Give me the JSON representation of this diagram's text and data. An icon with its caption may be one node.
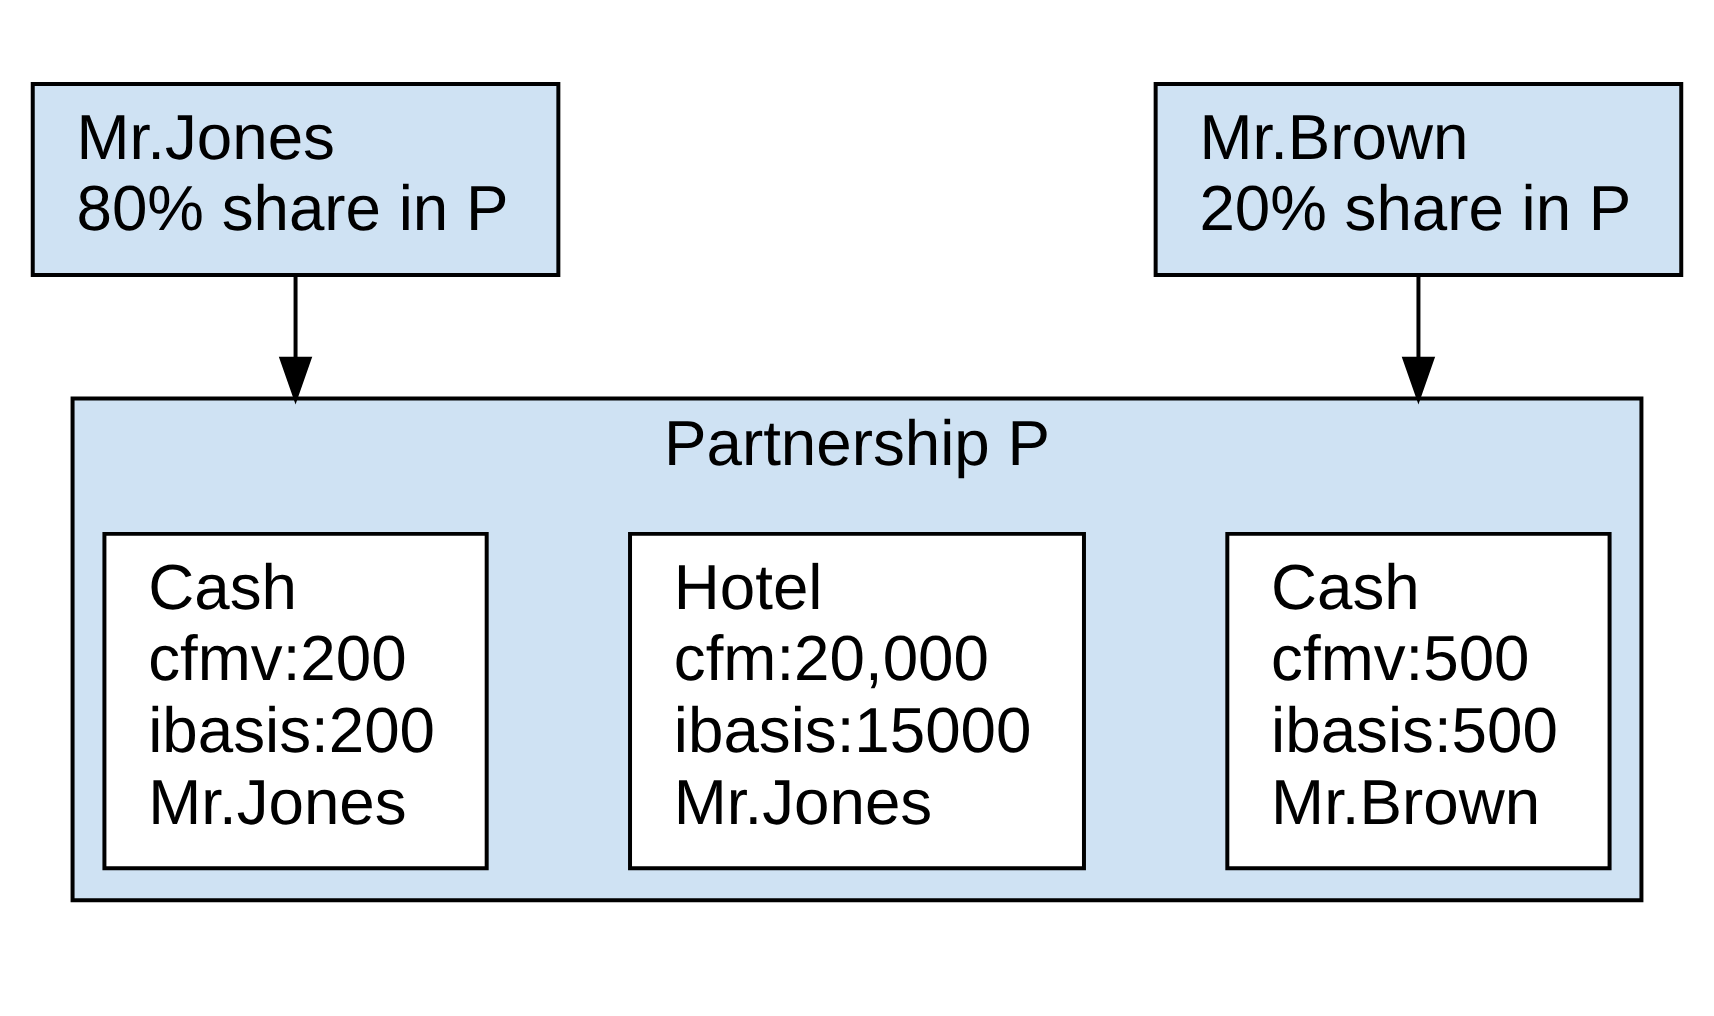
{
  "diagram": {
    "nodes": [
      {
        "text": [
          "Mr.Jones",
          "80% share in P"
        ]
      },
      {
        "text": [
          "Mr.Brown",
          "20% share in P"
        ]
      },
      {
        "text": [
          "Partnership P"
        ]
      },
      {
        "text": [
          "Cash",
          "cfmv:200",
          "ibasis:200",
          "Mr.Jones"
        ],
        "in": 2
      },
      {
        "text": [
          "Hotel",
          "cfm:20,000",
          "ibasis:15000",
          "Mr.Jones"
        ],
        "in": 2
      },
      {
        "text": [
          "Cash",
          "cfmv:500",
          "ibasis:500",
          "Mr.Brown"
        ],
        "in": 2
      }
    ],
    "edges": [
      {
        "from": 0,
        "to": 2,
        "arrow": "to"
      },
      {
        "from": 1,
        "to": 2,
        "arrow": "to"
      }
    ]
  }
}
